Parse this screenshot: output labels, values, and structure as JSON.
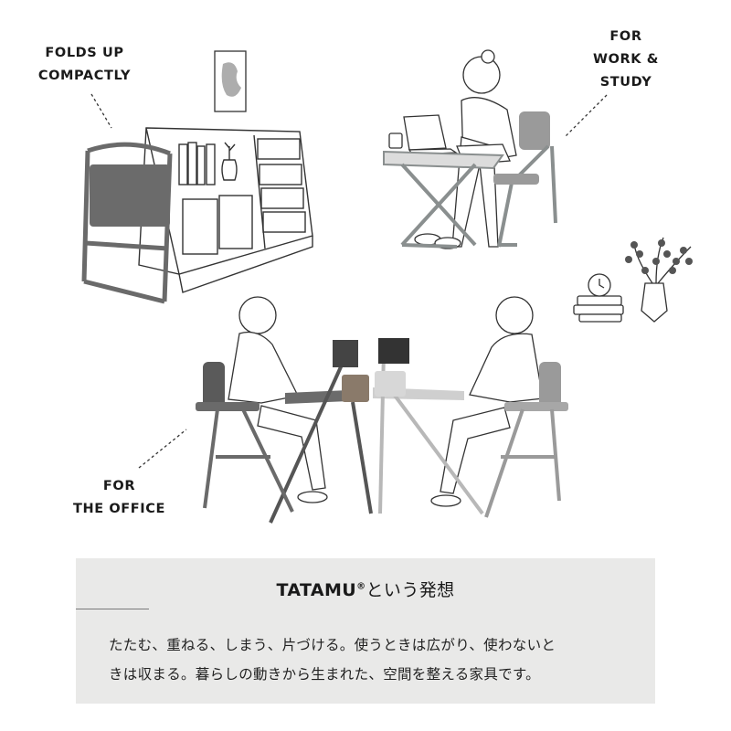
{
  "labels": {
    "folds": [
      "FOLDS UP",
      "COMPACTLY"
    ],
    "work": [
      "FOR",
      "WORK &",
      "STUDY"
    ],
    "office": [
      "FOR",
      "THE OFFICE"
    ]
  },
  "panel": {
    "brand": "TATAMU",
    "reg_mark": "®",
    "title_rest": "という発想",
    "body_lines": [
      "たたむ、重ねる、しまう、片づける。使うときは広がり、使わないと",
      "きは収まる。暮らしの動きから生まれた、空間を整える家具です。"
    ]
  },
  "colors": {
    "panel_bg": "#e9e9e8",
    "chair_dark": "#5a5a5a",
    "chair_frame": "#8a8f8f",
    "line": "#333333"
  }
}
